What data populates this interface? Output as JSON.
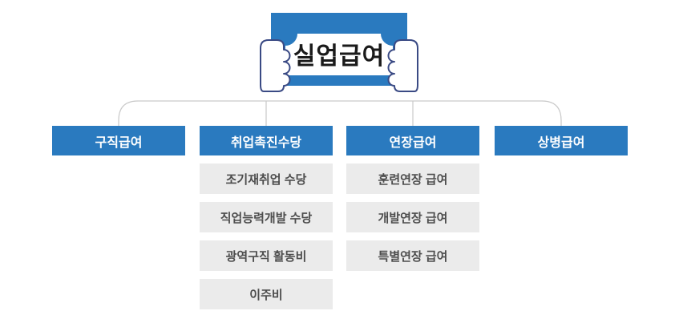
{
  "banner": {
    "title": "실업급여"
  },
  "columns": [
    {
      "header": "구직급여",
      "items": []
    },
    {
      "header": "취업촉진수당",
      "items": [
        "조기재취업 수당",
        "직업능력개발 수당",
        "광역구직 활동비",
        "이주비"
      ]
    },
    {
      "header": "연장급여",
      "items": [
        "훈련연장 급여",
        "개발연장 급여",
        "특별연장 급여"
      ]
    },
    {
      "header": "상병급여",
      "items": []
    }
  ],
  "colors": {
    "primary_blue": "#2a7abf",
    "hand_outline": "#3a4a84",
    "subitem_bg": "#ebebeb",
    "subitem_text": "#4d4d4d",
    "connector_line": "#c9c9c9",
    "banner_text": "#1a1a1a",
    "header_text": "#ffffff"
  }
}
